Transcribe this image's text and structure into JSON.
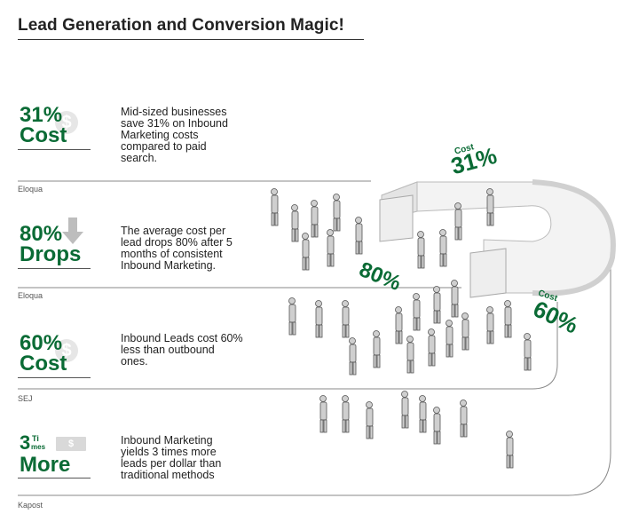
{
  "title": "Lead Generation and Conversion Magic!",
  "stats": [
    {
      "number": "31%",
      "word": "Cost",
      "icon": "dollar-coin-icon",
      "description": [
        "Mid-sized businesses",
        "save 31% on Inbound",
        "Marketing costs",
        "compared to paid",
        "search."
      ],
      "source": "Eloqua"
    },
    {
      "number": "80%",
      "word": "Drops",
      "icon": "down-arrow-icon",
      "description": [
        "The average cost per",
        "lead drops 80% after 5",
        "months of consistent",
        "Inbound Marketing."
      ],
      "source": "Eloqua"
    },
    {
      "number": "60%",
      "word": "Cost",
      "icon": "dollar-coin-icon",
      "description": [
        "Inbound Leads cost 60%",
        "less than outbound",
        "ones."
      ],
      "source": "SEJ"
    },
    {
      "number": "3",
      "superscript": "Ti",
      "subscript": "mes",
      "word": "More",
      "icon": "dollar-bill-icon",
      "description": [
        "Inbound Marketing",
        "yields 3 times more",
        "leads per dollar than",
        "traditional methods"
      ],
      "source": "Kapost"
    }
  ],
  "magnet_labels": {
    "top": {
      "small": "Cost",
      "big": "31%"
    },
    "middle": {
      "big": "80%"
    },
    "right": {
      "small": "Cost",
      "big": "60%"
    }
  },
  "icons": {
    "coin_symbol": "$",
    "bill_symbol": "$"
  },
  "colors": {
    "accent_green": "#0a6b35",
    "line_gray": "#888888",
    "text": "#222222"
  }
}
